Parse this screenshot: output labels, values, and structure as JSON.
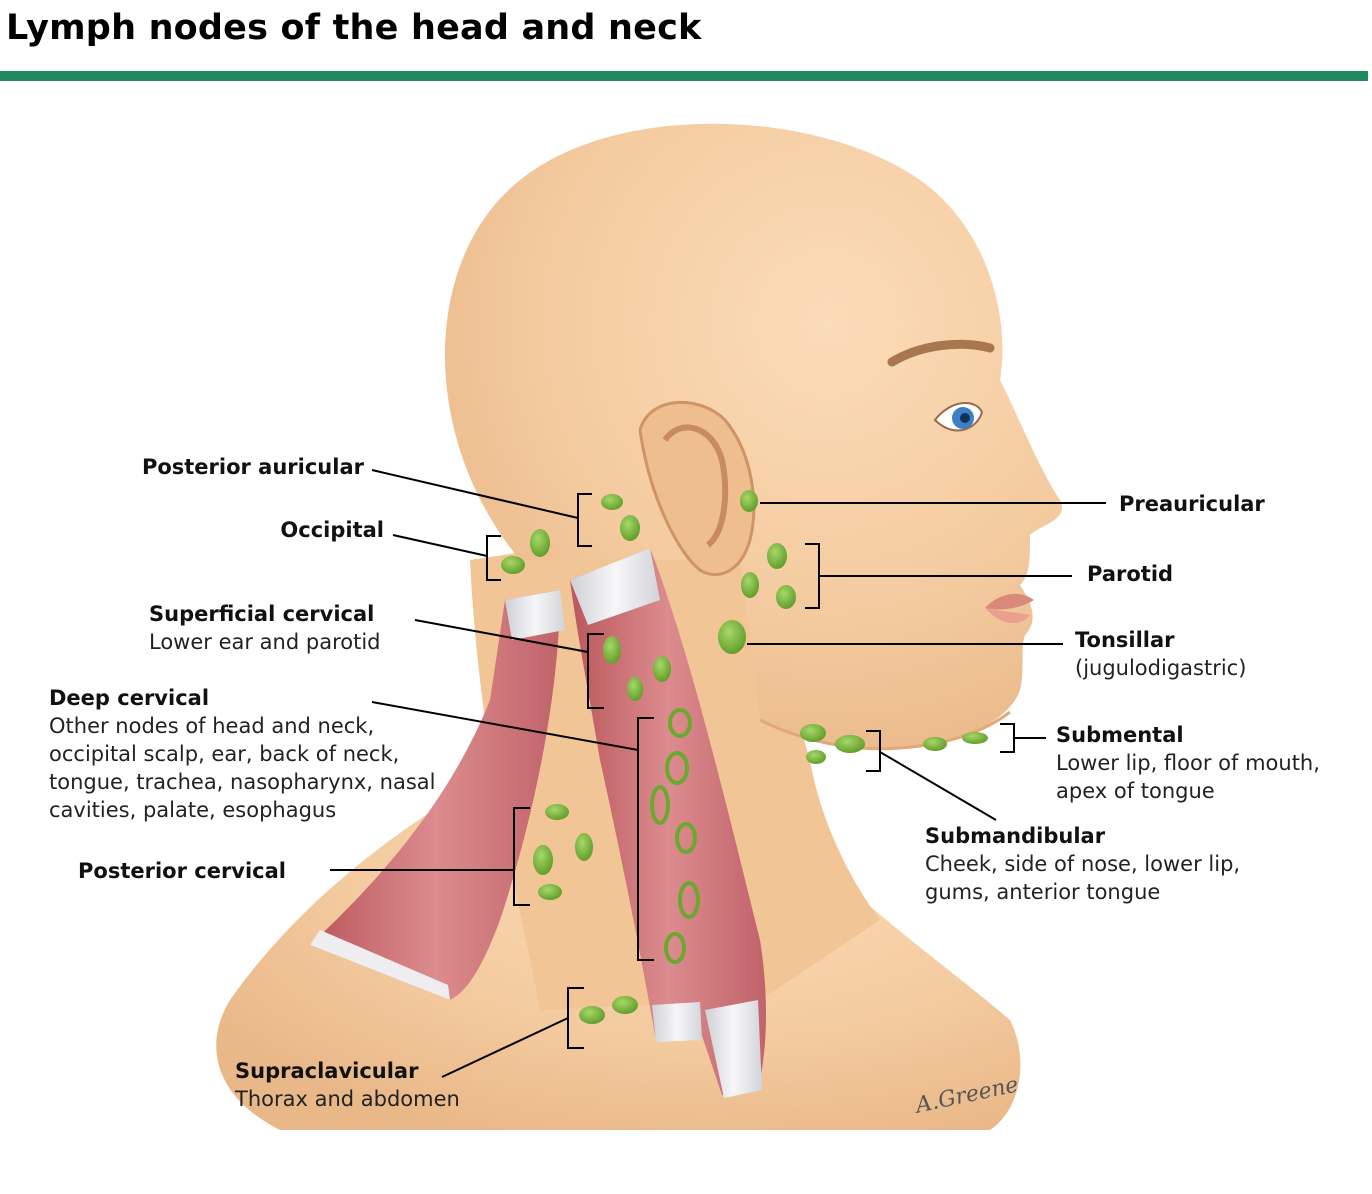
{
  "title": "Lymph nodes of the head and neck",
  "colors": {
    "header_rule": "#1f8a5f",
    "skin": "#f5cfa5",
    "muscle": "#c96a6e",
    "tendon": "#e9e9ec",
    "lymph_node": "#77b83a",
    "leader_line": "#000000"
  },
  "labels": {
    "posterior_auricular": {
      "name": "Posterior auricular"
    },
    "occipital": {
      "name": "Occipital"
    },
    "superficial_cervical": {
      "name": "Superficial cervical",
      "drains": "Lower ear and parotid"
    },
    "deep_cervical": {
      "name": "Deep cervical",
      "drains": "Other nodes of head and neck, occipital scalp, ear, back of neck, tongue, trachea, nasopharynx, nasal cavities, palate, esophagus"
    },
    "posterior_cervical": {
      "name": "Posterior cervical"
    },
    "supraclavicular": {
      "name": "Supraclavicular",
      "drains": "Thorax and abdomen"
    },
    "preauricular": {
      "name": "Preauricular"
    },
    "parotid": {
      "name": "Parotid"
    },
    "tonsillar": {
      "name": "Tonsillar",
      "drains": "(jugulodigastric)"
    },
    "submental": {
      "name": "Submental",
      "drains": "Lower lip, floor of mouth, apex of tongue"
    },
    "submandibular": {
      "name": "Submandibular",
      "drains": "Cheek, side of nose, lower lip, gums, anterior tongue"
    }
  },
  "signature": "A.Greene"
}
